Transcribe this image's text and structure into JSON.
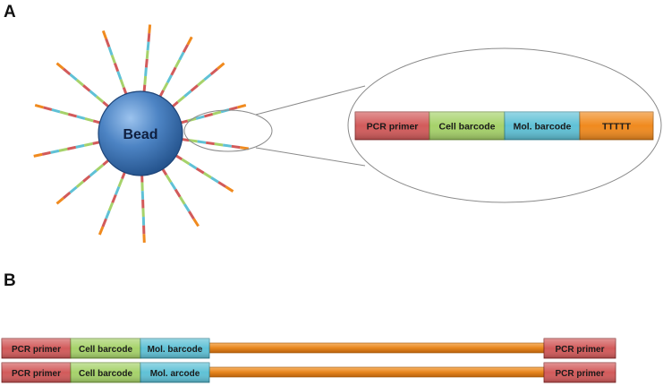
{
  "panel_a": {
    "label": "A",
    "bead_label": "Bead",
    "oligo_segments": [
      {
        "label": "PCR primer",
        "color": "#d25a5a"
      },
      {
        "label": "Cell barcode",
        "color": "#a6d26a"
      },
      {
        "label": "Mol. barcode",
        "color": "#5fc1d6"
      },
      {
        "label": "TTTTT",
        "color": "#f08a1e"
      }
    ]
  },
  "panel_b": {
    "label": "B",
    "rows": [
      {
        "segments": [
          {
            "label": "PCR primer",
            "color": "#d25a5a"
          },
          {
            "label": "Cell barcode",
            "color": "#a6d26a"
          },
          {
            "label": "Mol. barcode",
            "color": "#5fc1d6"
          }
        ],
        "end_label": "PCR primer"
      },
      {
        "segments": [
          {
            "label": "PCR primer",
            "color": "#d25a5a"
          },
          {
            "label": "Cell barcode",
            "color": "#a6d26a"
          },
          {
            "label": "Mol. arcode",
            "color": "#5fc1d6"
          }
        ],
        "end_label": "PCR primer"
      }
    ]
  },
  "colors": {
    "bead": "#3f75b5",
    "insert": "#e8871e",
    "primer": "#d25a5a",
    "cell_barcode": "#a6d26a",
    "mol_barcode": "#5fc1d6",
    "polyT": "#f08a1e"
  }
}
